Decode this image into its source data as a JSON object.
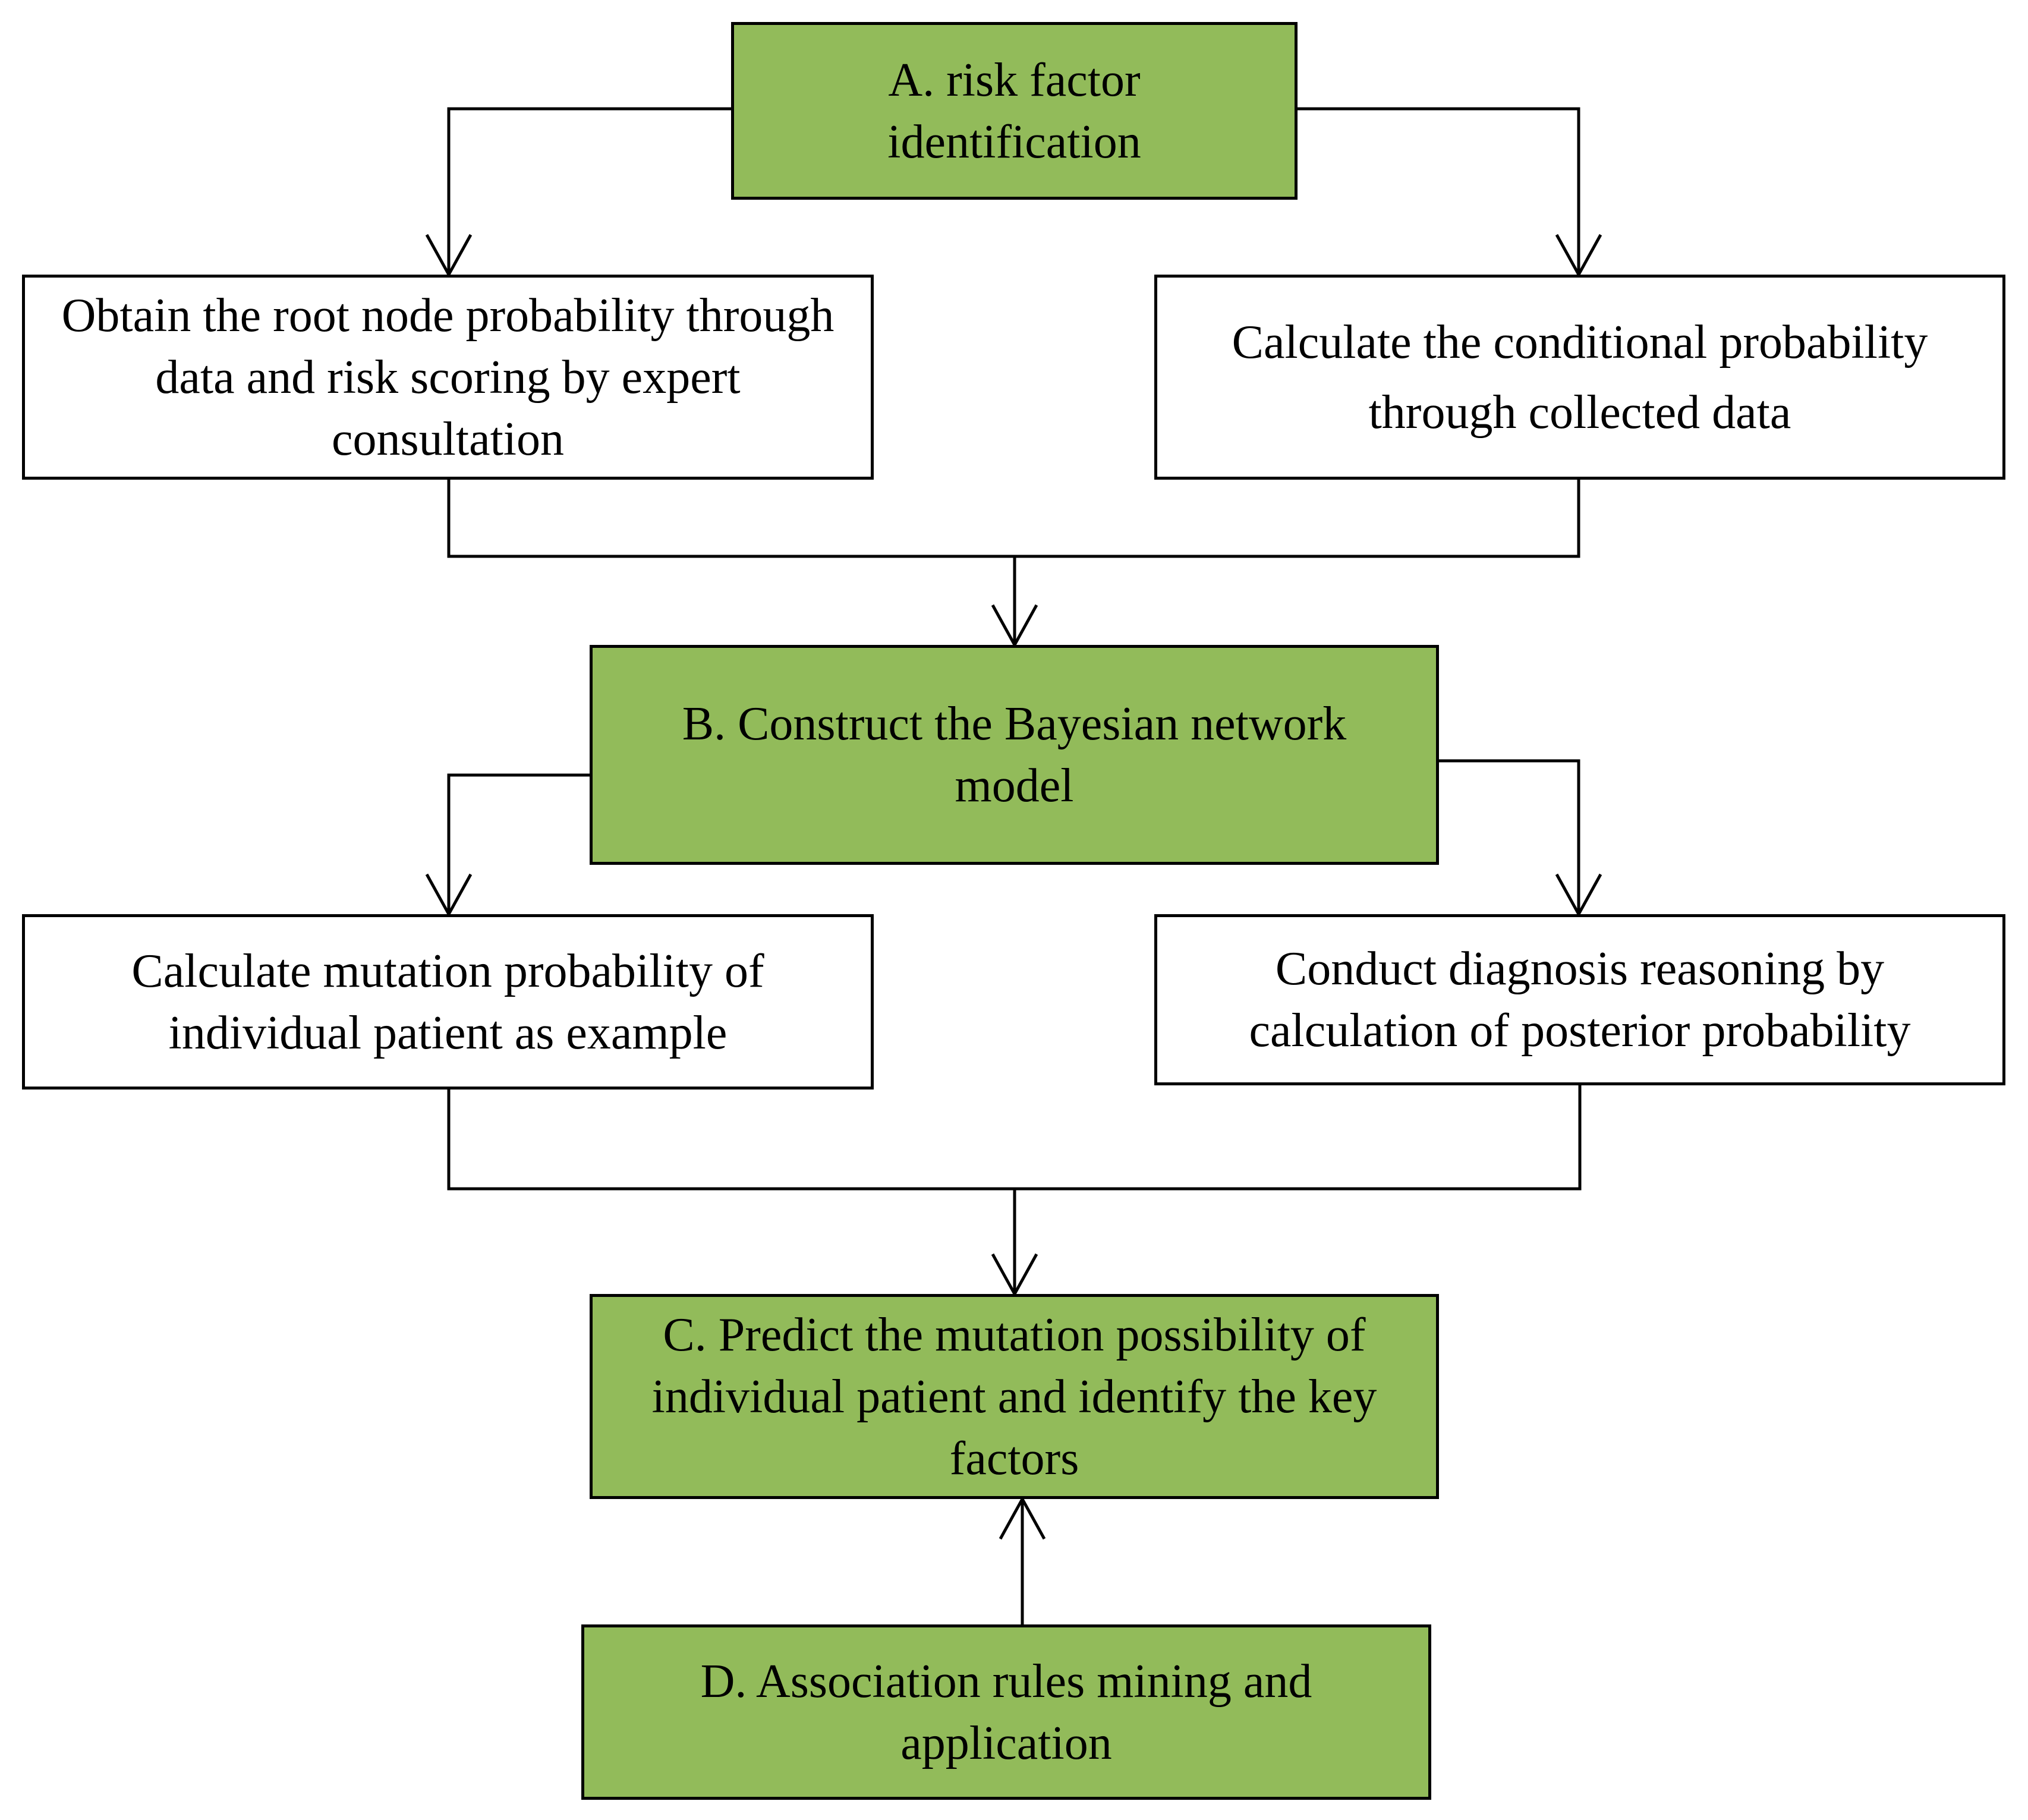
{
  "colors": {
    "stage_fill": "#92bb5a",
    "step_fill": "#ffffff",
    "line": "#000000"
  },
  "nodes": {
    "a": {
      "text": "A. risk factor identification"
    },
    "left1": {
      "text": "Obtain the root node probability through data and risk scoring by expert consultation"
    },
    "right1": {
      "text": "Calculate the conditional probability through collected data"
    },
    "b": {
      "text": "B. Construct the Bayesian network model"
    },
    "left2": {
      "text": "Calculate mutation probability of individual patient as example"
    },
    "right2": {
      "text": "Conduct diagnosis reasoning by calculation of posterior probability"
    },
    "c": {
      "text": "C. Predict the mutation possibility of individual patient and identify the key factors"
    },
    "d": {
      "text": "D. Association rules mining and application"
    }
  }
}
